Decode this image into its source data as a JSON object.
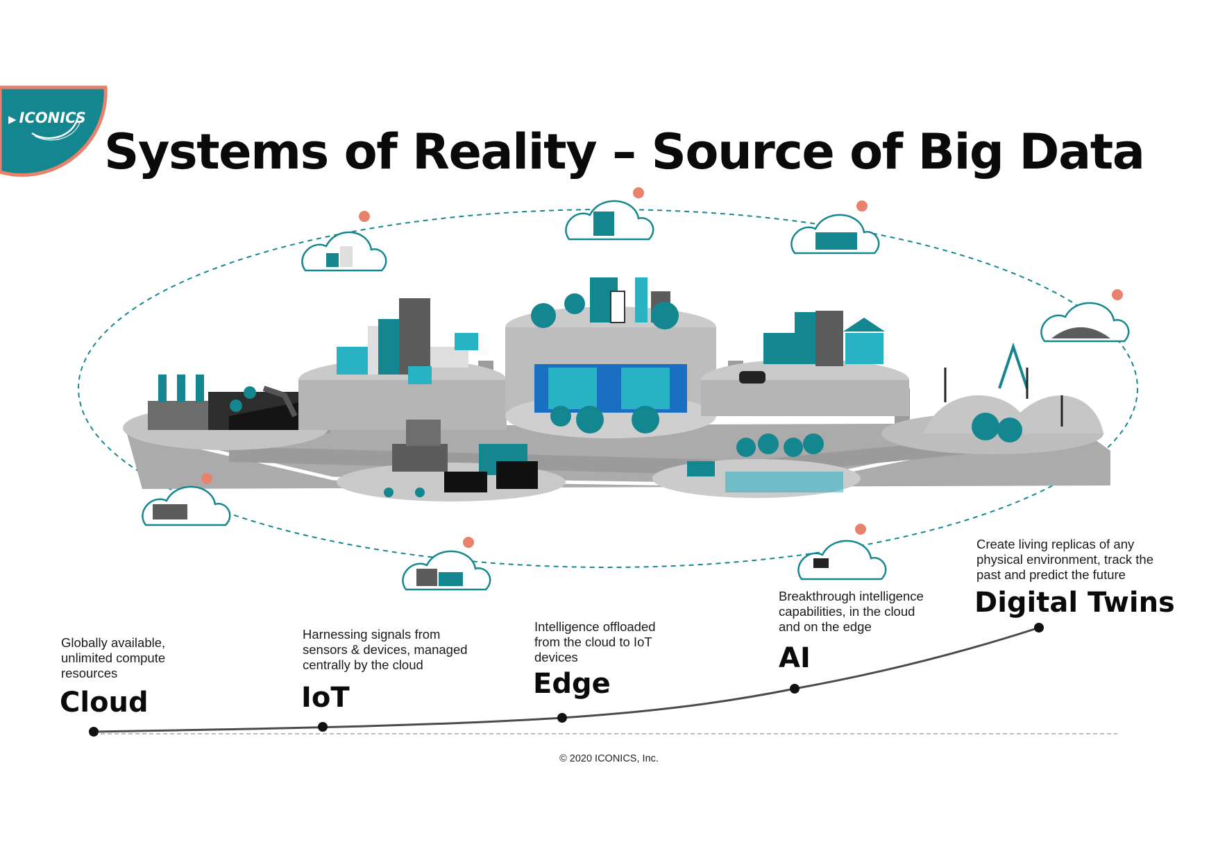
{
  "header": {
    "title": "Systems of Reality – Source of Big Data",
    "brand": "ICONICS",
    "brand_icon": "play-triangle-icon",
    "colors": {
      "teal": "#13868f",
      "teal_light": "#27b3c4",
      "salmon": "#e8826c",
      "gray_dark": "#5c5c5c",
      "gray_mid": "#9a9a9a",
      "gray_light": "#cfcfcf"
    }
  },
  "evolution": {
    "stages": [
      {
        "label": "Cloud",
        "description": [
          "Globally available,",
          "unlimited compute",
          "resources"
        ]
      },
      {
        "label": "IoT",
        "description": [
          "Harnessing signals from",
          "sensors & devices, managed",
          "centrally by the cloud"
        ]
      },
      {
        "label": "Edge",
        "description": [
          "Intelligence offloaded",
          "from the cloud to IoT",
          "devices"
        ]
      },
      {
        "label": "AI",
        "description": [
          "Breakthrough intelligence",
          "capabilities, in the cloud",
          "and on the edge"
        ]
      },
      {
        "label": "Digital Twins",
        "description": [
          "Create living replicas of any",
          "physical environment, track the",
          "past and predict the future"
        ]
      }
    ]
  },
  "scene": {
    "cloud_icons": [
      "cloud-office-icon",
      "cloud-hospital-icon",
      "cloud-city-icon",
      "cloud-wind-farm-icon",
      "cloud-agriculture-icon",
      "cloud-warehouse-icon",
      "cloud-factory-icon"
    ],
    "insight_icon": "lightbulb-icon"
  },
  "footer": {
    "copyright": "© 2020 ICONICS, Inc."
  }
}
